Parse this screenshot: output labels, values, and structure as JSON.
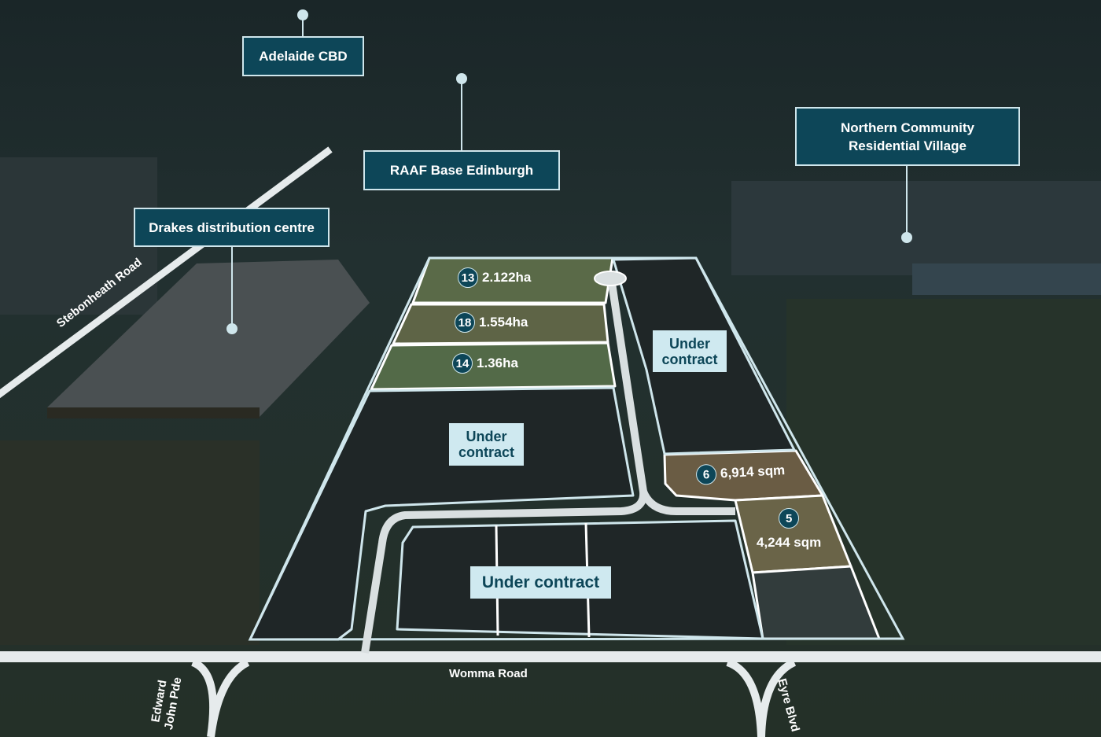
{
  "colors": {
    "label_bg": "#0d4658",
    "label_border": "#cfe6ec",
    "status_bg": "#cfe9f0",
    "boundary": "#cfe6ec"
  },
  "landmarks": [
    {
      "label": "Adelaide CBD"
    },
    {
      "label": "RAAF Base Edinburgh"
    },
    {
      "label": "Drakes distribution centre"
    },
    {
      "label_line1": "Northern Community",
      "label_line2": "Residential Village"
    }
  ],
  "lots": [
    {
      "number": "13",
      "size": "2.122ha"
    },
    {
      "number": "18",
      "size": "1.554ha"
    },
    {
      "number": "14",
      "size": "1.36ha"
    },
    {
      "number": "6",
      "size": "6,914 sqm"
    },
    {
      "number": "5",
      "size": "4,244 sqm"
    }
  ],
  "status": {
    "under_contract_line1": "Under",
    "under_contract_line2": "contract",
    "under_contract": "Under contract"
  },
  "roads": {
    "stebonheath": "Stebonheath Road",
    "womma": "Womma Road",
    "edward_line1": "Edward",
    "edward_line2": "John Pde",
    "eyre": "Eyre Blvd"
  }
}
